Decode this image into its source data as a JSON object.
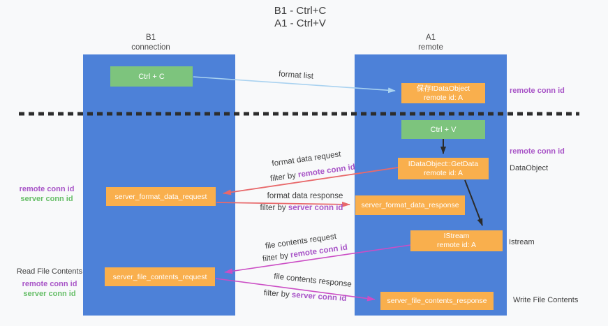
{
  "title": {
    "line1": "B1 - Ctrl+C",
    "line2": "A1 - Ctrl+V"
  },
  "columns": {
    "left": {
      "name": "B1",
      "subtitle": "connection"
    },
    "right": {
      "name": "A1",
      "subtitle": "remote"
    }
  },
  "boxes": {
    "ctrl_c": {
      "label": "Ctrl + C"
    },
    "ctrl_v": {
      "label": "Ctrl + V"
    },
    "save_dataobject": {
      "line1": "保存IDataObject",
      "line2": "remote id: A"
    },
    "getdata": {
      "line1": "IDataObject::GetData",
      "line2": "remote id: A"
    },
    "istream": {
      "line1": "IStream",
      "line2": "remote id: A"
    },
    "format_request": {
      "label": "server_format_data_request"
    },
    "format_response": {
      "label": "server_format_data_response"
    },
    "file_request": {
      "label": "server_file_contents_request"
    },
    "file_response": {
      "label": "server_file_contents_response"
    }
  },
  "flow_labels": {
    "format_list": "format list",
    "format_data_request": "format data request",
    "format_data_response": "format data response",
    "file_contents_request": "file contents request",
    "file_contents_response": "file contents response",
    "filter_by": "filter by",
    "remote_conn_id": "remote conn id",
    "server_conn_id": "server conn id"
  },
  "side_labels": {
    "remote_conn_id": "remote conn id",
    "server_conn_id": "server conn id",
    "dataobject": "DataObject",
    "istream": "Istream",
    "read_file_contents": "Read File Contents",
    "write_file_contents": "Write File Contents"
  },
  "edges": [
    {
      "from": "ctrl_c",
      "to": "save_dataobject",
      "label": "format list",
      "color": "#a9d2f0"
    },
    {
      "from": "ctrl_v",
      "to": "getdata",
      "label": "",
      "color": "#2b2b2b"
    },
    {
      "from": "getdata",
      "to": "istream",
      "label": "",
      "color": "#2b2b2b"
    },
    {
      "from": "getdata",
      "to": "format_request",
      "label": "format data request / filter by remote conn id",
      "color": "#e8696b"
    },
    {
      "from": "format_request",
      "to": "format_response",
      "label": "format data response / filter by server conn id",
      "color": "#e8696b"
    },
    {
      "from": "istream",
      "to": "file_request",
      "label": "file contents request / filter by remote conn id",
      "color": "#cb4ec5"
    },
    {
      "from": "file_request",
      "to": "file_response",
      "label": "file contents response / filter by server conn id",
      "color": "#cb4ec5"
    }
  ],
  "colors": {
    "background": "#f8f9fa",
    "column_blue": "#4d81d8",
    "box_orange": "#f9af4d",
    "box_green": "#7dc47d",
    "arrow_light_blue": "#a9d2f0",
    "arrow_salmon": "#e8696b",
    "arrow_magenta": "#cb4ec5",
    "arrow_black": "#2b2b2b",
    "text_purple": "#a855c7",
    "text_green": "#66be67",
    "text_dark": "#3f3f3f"
  }
}
